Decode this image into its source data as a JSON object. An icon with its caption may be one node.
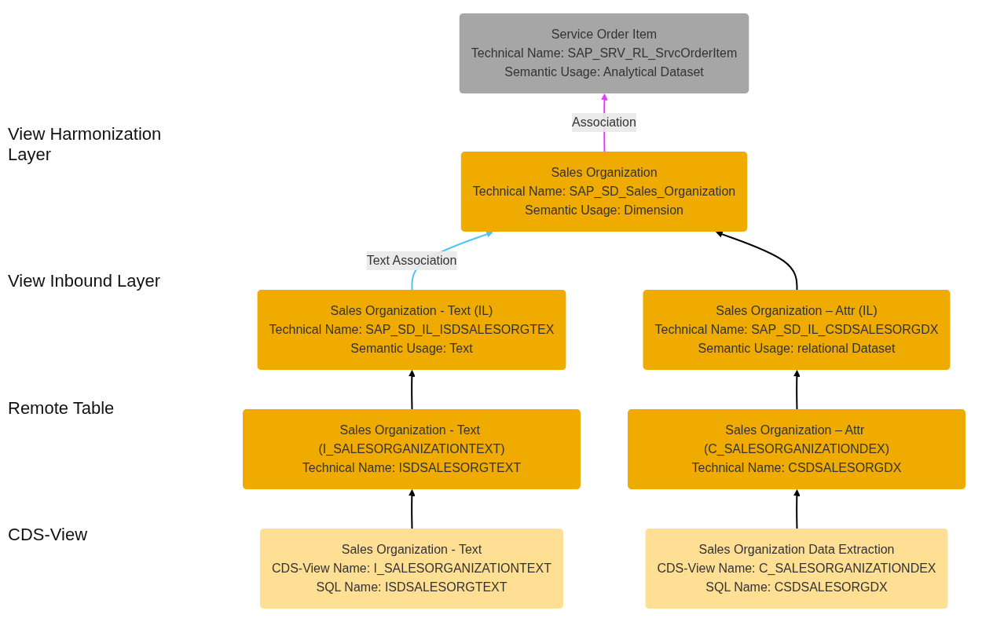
{
  "diagram": {
    "nodes": [
      {
        "text": [
          "Service Order Item",
          "Technical Name: SAP_SRV_RL_SrvcOrderItem",
          "Semantic Usage: Analytical Dataset"
        ]
      },
      {
        "text": [
          "Sales Organization",
          "Technical Name: SAP_SD_Sales_Organization",
          "Semantic Usage: Dimension"
        ]
      },
      {
        "text": [
          "Sales Organization – Attr (IL)",
          "Technical Name: SAP_SD_IL_CSDSALESORGDX",
          "Semantic Usage: relational Dataset"
        ]
      },
      {
        "text": [
          "Sales Organization - Text (IL)",
          "Technical Name: SAP_SD_IL_ISDSALESORGTEX",
          "Semantic Usage: Text"
        ]
      },
      {
        "text": [
          "Sales Organization – Attr (C_SALESORGANIZATIONDEX)",
          "Technical Name: CSDSALESORGDX"
        ]
      },
      {
        "text": [
          "Sales Organization - Text (I_SALESORGANIZATIONTEXT)",
          "Technical Name: ISDSALESORGTEXT"
        ]
      },
      {
        "text": [
          "Sales Organization Data Extraction",
          "CDS-View Name: C_SALESORGANIZATIONDEX",
          "SQL Name: CSDSALESORGDX"
        ]
      },
      {
        "text": [
          "Sales Organization - Text",
          "CDS-View Name: I_SALESORGANIZATIONTEXT",
          "SQL Name: ISDSALESORGTEXT"
        ]
      }
    ],
    "edges": [
      {
        "from": 1,
        "to": 0,
        "arrow": "to",
        "label": "Association",
        "color": "#e040fb"
      },
      {
        "from": 3,
        "to": 1,
        "arrow": "to",
        "label": "Text Association",
        "color": "#4fc3f7"
      },
      {
        "from": 2,
        "to": 1,
        "arrow": "to"
      },
      {
        "from": 4,
        "to": 2,
        "arrow": "to"
      },
      {
        "from": 5,
        "to": 3,
        "arrow": "to"
      },
      {
        "from": 6,
        "to": 4,
        "arrow": "to"
      },
      {
        "from": 7,
        "to": 5,
        "arrow": "to"
      }
    ],
    "labels": [
      "View Harmonization Layer",
      "View Inbound Layer",
      "Remote Table",
      "CDS-View"
    ]
  }
}
